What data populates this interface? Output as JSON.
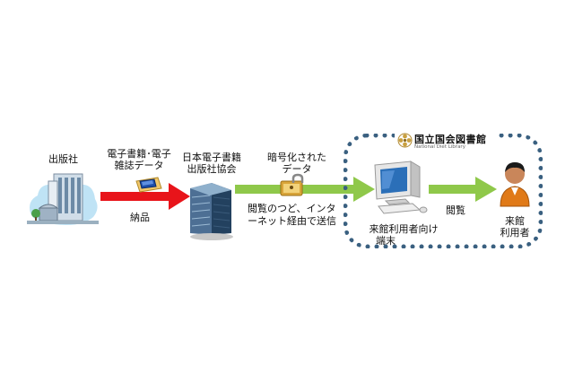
{
  "nodes": {
    "publisher": {
      "label": "出版社"
    },
    "data": {
      "line1": "電子書籍･電子",
      "line2": "雑誌データ"
    },
    "delivery": {
      "label": "納品"
    },
    "association": {
      "line1": "日本電子書籍",
      "line2": "出版社協会"
    },
    "encrypted": {
      "line1": "暗号化された",
      "line2": "データ"
    },
    "transfer": {
      "line1": "閲覧のつど、インタ",
      "line2": "ーネット経由で送信"
    },
    "terminal": {
      "line1": "来館利用者向け",
      "line2": "端末"
    },
    "view": {
      "label": "閲覧"
    },
    "visitor": {
      "line1": "来館",
      "line2": "利用者"
    }
  },
  "library": {
    "name_jp": "国立国会図書館",
    "name_en": "National Diet Library"
  },
  "colors": {
    "red_arrow": "#e8141a",
    "green_arrow": "#8fc84a",
    "dotted_border": "#3a6080"
  },
  "icons": [
    "building-icon",
    "ebook-icon",
    "office-tower-icon",
    "padlock-icon",
    "computer-icon",
    "person-icon",
    "library-seal-icon"
  ]
}
